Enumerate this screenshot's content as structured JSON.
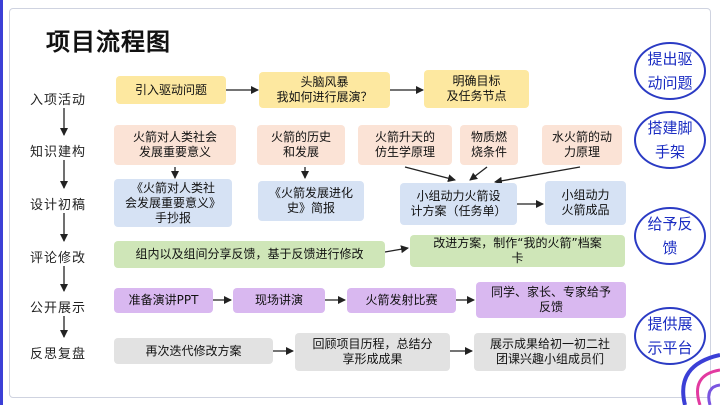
{
  "title": "项目流程图",
  "stages": [
    "入项活动",
    "知识建构",
    "设计初稿",
    "评论修改",
    "公开展示",
    "反思复盘"
  ],
  "boxes": {
    "b1": "引入驱动问题",
    "b2": "头脑风暴\n我如何进行展演？",
    "b3": "明确目标\n及任务节点",
    "k1": "火箭对人类社会\n发展重要意义",
    "k2": "火箭的历史\n和发展",
    "k3": "火箭升天的\n仿生学原理",
    "k4": "物质燃\n烧条件",
    "k5": "水火箭的动\n力原理",
    "d1": "《火箭对人类社\n会发展重要意义》\n手抄报",
    "d2": "《火箭发展进化\n史》简报",
    "d3": "小组动力火箭设\n计方案（任务单）",
    "d4": "小组动力\n火箭成品",
    "r1": "组内以及组间分享反馈，基于反馈进行修改",
    "r2": "改进方案，制作“我的火箭”档案\n卡",
    "p1": "准备演讲PPT",
    "p2": "现场讲演",
    "p3": "火箭发射比赛",
    "p4": "同学、家长、专家给予\n反馈",
    "f1": "再次迭代修改方案",
    "f2": "回顾项目历程，总结分\n享形成成果",
    "f3": "展示成果给初一初二社\n团课兴趣小组成员们"
  },
  "side_labels": [
    "提出驱\n动问题",
    "搭建脚\n手架",
    "给予反\n馈",
    "提供展\n示平台"
  ],
  "colors": {
    "accent": "#2b3bc4",
    "bar": "#3b3fd6"
  }
}
